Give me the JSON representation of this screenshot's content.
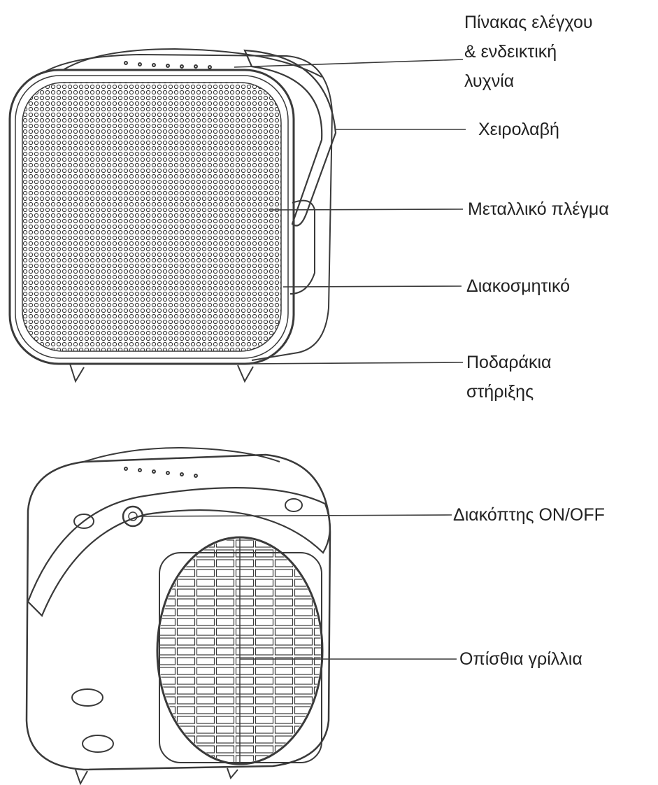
{
  "labels": {
    "control_panel_1": "Πίνακας ελέγχου",
    "control_panel_2": "& ενδεικτική",
    "control_panel_3": "λυχνία",
    "handle": "Χειρολαβή",
    "metal_mesh": "Μεταλλικό πλέγμα",
    "decorative": "Διακοσμητικό",
    "feet_1": "Ποδαράκια",
    "feet_2": "στήριξης",
    "switch": "Διακόπτης ON/OFF",
    "rear_grille": "Οπίσθια γρίλλια"
  },
  "colors": {
    "line": "#3a3a3a",
    "text": "#222222",
    "background": "#ffffff"
  }
}
